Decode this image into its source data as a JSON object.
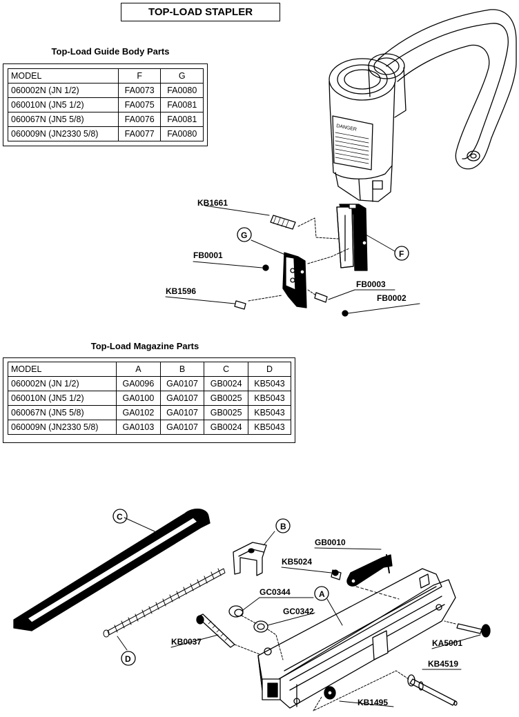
{
  "title": "TOP-LOAD STAPLER",
  "guide_body": {
    "caption": "Top-Load Guide Body Parts",
    "headers": [
      "MODEL",
      "F",
      "G"
    ],
    "rows": [
      [
        "060002N (JN 1/2)",
        "FA0073",
        "FA0080"
      ],
      [
        "060010N (JN5 1/2)",
        "FA0075",
        "FA0081"
      ],
      [
        "060067N (JN5 5/8)",
        "FA0076",
        "FA0081"
      ],
      [
        "060009N (JN2330 5/8)",
        "FA0077",
        "FA0080"
      ]
    ]
  },
  "magazine": {
    "caption": "Top-Load Magazine Parts",
    "headers": [
      "MODEL",
      "A",
      "B",
      "C",
      "D"
    ],
    "rows": [
      [
        "060002N (JN 1/2)",
        "GA0096",
        "GA0107",
        "GB0024",
        "KB5043"
      ],
      [
        "060010N (JN5 1/2)",
        "GA0100",
        "GA0107",
        "GB0025",
        "KB5043"
      ],
      [
        "060067N (JN5 5/8)",
        "GA0102",
        "GA0107",
        "GB0025",
        "KB5043"
      ],
      [
        "060009N (JN2330 5/8)",
        "GA0103",
        "GA0107",
        "GB0024",
        "KB5043"
      ]
    ]
  },
  "callouts_upper": {
    "kb1661": "KB1661",
    "fb0001": "FB0001",
    "kb1596": "KB1596",
    "fb0003": "FB0003",
    "fb0002": "FB0002",
    "circle_g": "G",
    "circle_f": "F",
    "danger": "DANGER"
  },
  "callouts_lower": {
    "gb0010": "GB0010",
    "kb5024": "KB5024",
    "gc0344": "GC0344",
    "gc0342": "GC0342",
    "kb0037": "KB0037",
    "ka5001": "KA5001",
    "kb4519": "KB4519",
    "kb1495": "KB1495",
    "circle_a": "A",
    "circle_b": "B",
    "circle_c": "C",
    "circle_d": "D"
  }
}
